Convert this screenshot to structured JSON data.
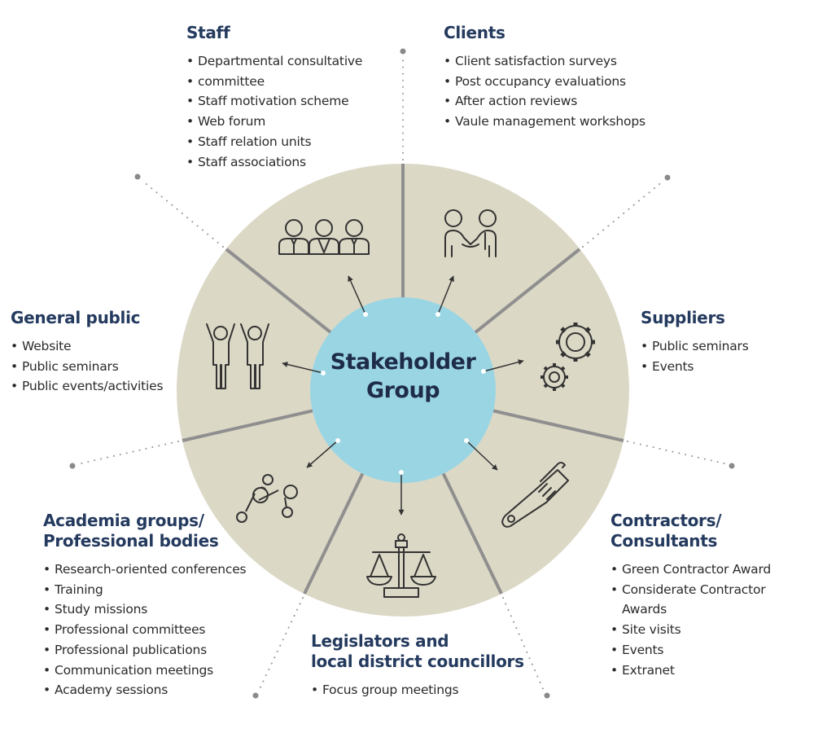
{
  "center": {
    "line1": "Stakeholder",
    "line2": "Group"
  },
  "colors": {
    "wheel": "#dcd8c6",
    "hub": "#9ad5e4",
    "divider": "#8f8f8f",
    "title": "#243a5e",
    "text": "#2a2a2a",
    "icon": "#333333"
  },
  "groups": {
    "staff": {
      "title": [
        "Staff"
      ],
      "icon": "three-people-icon",
      "items": [
        "Departmental consultative",
        "committee",
        "Staff motivation scheme",
        "Web forum",
        "Staff relation units",
        "Staff associations"
      ]
    },
    "clients": {
      "title": [
        "Clients"
      ],
      "icon": "handshake-icon",
      "items": [
        "Client satisfaction surveys",
        "Post occupancy evaluations",
        "After action reviews",
        "Vaule management workshops"
      ]
    },
    "suppliers": {
      "title": [
        "Suppliers"
      ],
      "icon": "gears-icon",
      "items": [
        "Public seminars",
        "Events"
      ]
    },
    "contractors": {
      "title": [
        "Contractors/",
        "Consultants"
      ],
      "icon": "wrench-icon",
      "items": [
        "Green Contractor Award",
        "Considerate Contractor Awards",
        "Site visits",
        "Events",
        "Extranet"
      ]
    },
    "legislators": {
      "title": [
        "Legislators and",
        "local district councillors"
      ],
      "icon": "scales-icon",
      "items": [
        "Focus group meetings"
      ]
    },
    "academia": {
      "title": [
        "Academia groups/",
        "Professional bodies"
      ],
      "icon": "molecule-icon",
      "items": [
        "Research-oriented conferences",
        "Training",
        "Study missions",
        "Professional committees",
        "Professional publications",
        "Communication meetings",
        "Academy sessions"
      ]
    },
    "public": {
      "title": [
        "General public"
      ],
      "icon": "people-cheering-icon",
      "items": [
        "Website",
        "Public seminars",
        "Public events/activities"
      ]
    }
  }
}
